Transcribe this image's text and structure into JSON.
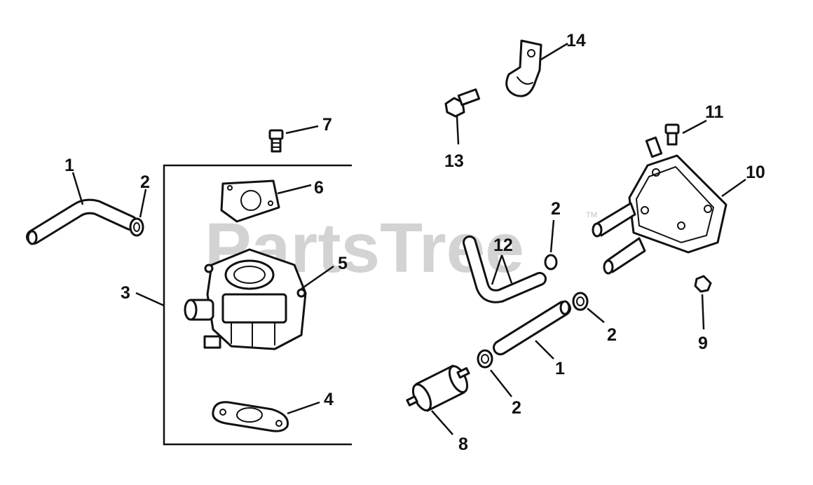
{
  "watermark": {
    "text": "PartsTree",
    "trademark": "TM"
  },
  "callouts": [
    {
      "id": "c1a",
      "label": "1"
    },
    {
      "id": "c2a",
      "label": "2"
    },
    {
      "id": "c3",
      "label": "3"
    },
    {
      "id": "c4",
      "label": "4"
    },
    {
      "id": "c5",
      "label": "5"
    },
    {
      "id": "c6",
      "label": "6"
    },
    {
      "id": "c7",
      "label": "7"
    },
    {
      "id": "c8",
      "label": "8"
    },
    {
      "id": "c9",
      "label": "9"
    },
    {
      "id": "c10",
      "label": "10"
    },
    {
      "id": "c11",
      "label": "11"
    },
    {
      "id": "c12",
      "label": "12"
    },
    {
      "id": "c13",
      "label": "13"
    },
    {
      "id": "c14",
      "label": "14"
    },
    {
      "id": "c2b",
      "label": "2"
    },
    {
      "id": "c2c",
      "label": "2"
    },
    {
      "id": "c2d",
      "label": "2"
    },
    {
      "id": "c1b",
      "label": "1"
    }
  ]
}
